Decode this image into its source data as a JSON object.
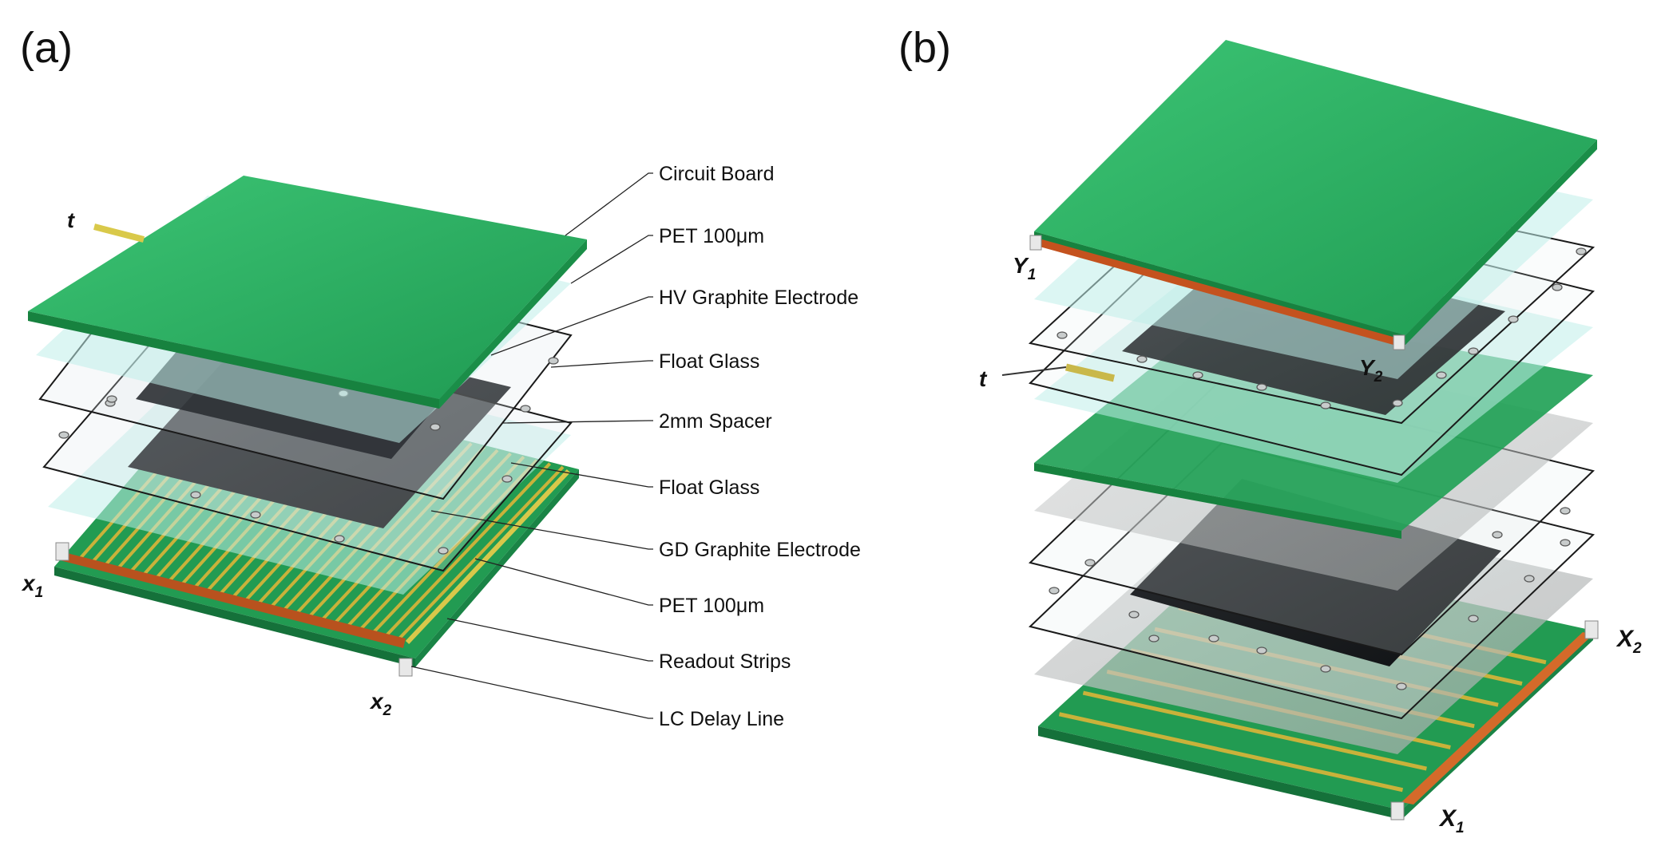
{
  "panels": {
    "a": {
      "label": "(a)"
    },
    "b": {
      "label": "(b)"
    }
  },
  "callouts": [
    "Circuit Board",
    "PET 100μm",
    "HV Graphite Electrode",
    "Float Glass",
    "2mm Spacer",
    "Float Glass",
    "GD Graphite Electrode",
    "PET 100μm",
    "Readout Strips",
    "LC Delay Line"
  ],
  "signals_a": {
    "t": "t",
    "x1": {
      "base": "x",
      "sub": "1"
    },
    "x2": {
      "base": "x",
      "sub": "2"
    }
  },
  "signals_b": {
    "y1": {
      "base": "Y",
      "sub": "1"
    },
    "y2": {
      "base": "Y",
      "sub": "2"
    },
    "t": "t",
    "x1": {
      "base": "X",
      "sub": "1"
    },
    "x2": {
      "base": "X",
      "sub": "2"
    }
  },
  "colors": {
    "pcb_green": "#27a85c",
    "pet_cyan": "#bfeee9",
    "graphite": "#1d1f22",
    "glass_edge": "#1a1a1a",
    "readout_strip": "#c9b23a",
    "delay_line": "#b8521e",
    "grey_sheet": "#b9bcbc"
  }
}
